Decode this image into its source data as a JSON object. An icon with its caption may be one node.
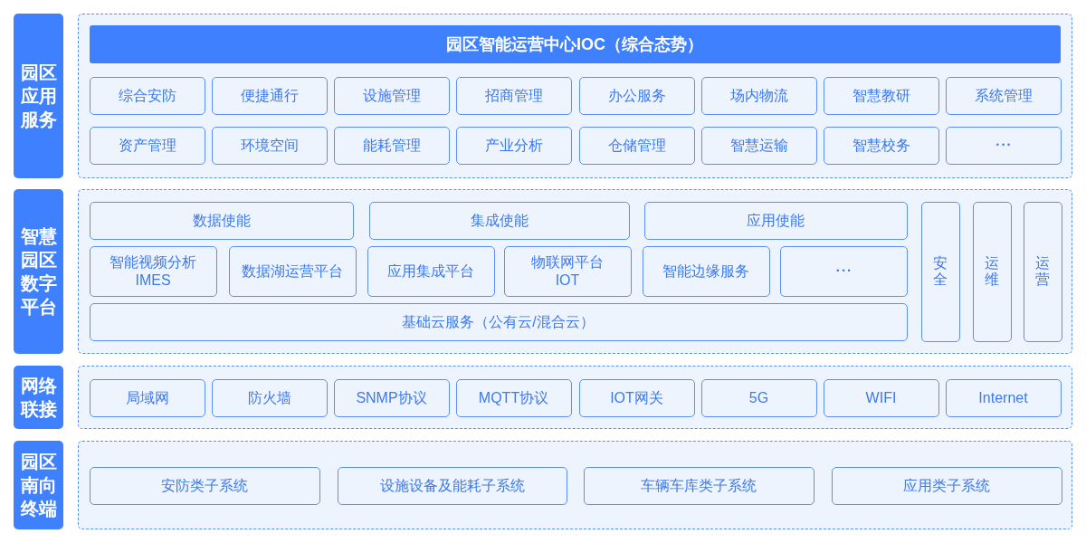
{
  "diagram": {
    "nodes": [
      {
        "text": [
          "园区应用服务"
        ]
      },
      {
        "text": [],
        "shape": "box"
      },
      {
        "text": [
          "园区智能运营中心IOC（综合态势）"
        ],
        "in": 1
      },
      {
        "text": [
          "综合安防"
        ],
        "in": 1
      },
      {
        "text": [
          "便捷通行"
        ],
        "in": 1
      },
      {
        "text": [
          "设施管理"
        ],
        "in": 1
      },
      {
        "text": [
          "招商管理"
        ],
        "in": 1
      },
      {
        "text": [
          "办公服务"
        ],
        "in": 1
      },
      {
        "text": [
          "场内物流"
        ],
        "in": 1
      },
      {
        "text": [
          "智慧教研"
        ],
        "in": 1
      },
      {
        "text": [
          "系统管理"
        ],
        "in": 1
      },
      {
        "text": [
          "资产管理"
        ],
        "in": 1
      },
      {
        "text": [
          "环境空间"
        ],
        "in": 1
      },
      {
        "text": [
          "能耗管理"
        ],
        "in": 1
      },
      {
        "text": [
          "产业分析"
        ],
        "in": 1
      },
      {
        "text": [
          "仓储管理"
        ],
        "in": 1
      },
      {
        "text": [
          "智慧运输"
        ],
        "in": 1
      },
      {
        "text": [
          "智慧校务"
        ],
        "in": 1
      },
      {
        "text": [
          "•••"
        ],
        "in": 1
      },
      {
        "text": [
          "智慧园区数字平台"
        ]
      },
      {
        "text": [],
        "shape": "box"
      },
      {
        "text": [
          "数据使能"
        ],
        "in": 20
      },
      {
        "text": [
          "集成使能"
        ],
        "in": 20
      },
      {
        "text": [
          "应用使能"
        ],
        "in": 20
      },
      {
        "text": [
          "安全"
        ],
        "in": 20
      },
      {
        "text": [
          "运维"
        ],
        "in": 20
      },
      {
        "text": [
          "运营"
        ],
        "in": 20
      },
      {
        "text": [
          "智能视频分析",
          "IMES"
        ],
        "in": 20
      },
      {
        "text": [
          "数据湖运营平台"
        ],
        "in": 20
      },
      {
        "text": [
          "应用集成平台"
        ],
        "in": 20
      },
      {
        "text": [
          "物联网平台",
          "IOT"
        ],
        "in": 20
      },
      {
        "text": [
          "智能边缘服务"
        ],
        "in": 20
      },
      {
        "text": [
          "•••"
        ],
        "in": 20
      },
      {
        "text": [
          "基础云服务（公有云/混合云）"
        ],
        "in": 20
      },
      {
        "text": [
          "网络联接"
        ]
      },
      {
        "text": [],
        "shape": "box"
      },
      {
        "text": [
          "局域网"
        ],
        "in": 35
      },
      {
        "text": [
          "防火墙"
        ],
        "in": 35
      },
      {
        "text": [
          "SNMP协议"
        ],
        "in": 35
      },
      {
        "text": [
          "MQTT协议"
        ],
        "in": 35
      },
      {
        "text": [
          "IOT网关"
        ],
        "in": 35
      },
      {
        "text": [
          "5G"
        ],
        "in": 35
      },
      {
        "text": [
          "WIFI"
        ],
        "in": 35
      },
      {
        "text": [
          "Internet"
        ],
        "in": 35
      },
      {
        "text": [
          "园区南向终端"
        ]
      },
      {
        "text": [],
        "shape": "box"
      },
      {
        "text": [
          "安防类子系统"
        ],
        "in": 45
      },
      {
        "text": [
          "设施设备及能耗子系统"
        ],
        "in": 45
      },
      {
        "text": [
          "车辆车库类子系统"
        ],
        "in": 45
      },
      {
        "text": [
          "应用类子系统"
        ],
        "in": 45
      }
    ]
  }
}
